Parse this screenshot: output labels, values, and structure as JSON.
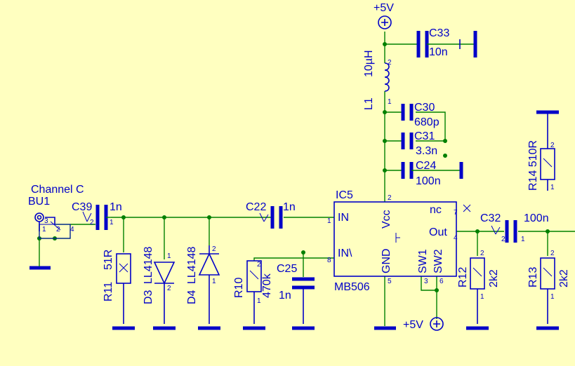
{
  "labels": {
    "vcc_top": "+5V",
    "vcc_bottom": "+5V",
    "channel": "Channel C",
    "bu1": "BU1",
    "c39": "C39",
    "c39_val": "1n",
    "c22": "C22",
    "c22_val": "1n",
    "c33": "C33",
    "c33_val": "10n",
    "l1": "L1",
    "l1_val": "10µH",
    "c30": "C30",
    "c30_val": "680p",
    "c31": "C31",
    "c31_val": "3.3n",
    "c24": "C24",
    "c24_val": "100n",
    "ic5": "IC5",
    "ic5_part": "MB506",
    "in": "IN",
    "in_inv": "IN\\",
    "vcc": "Vcc",
    "gnd": "GND",
    "nc": "nc",
    "out": "Out",
    "sw1": "SW1",
    "sw2": "SW2",
    "c32": "C32",
    "c32_val": "100n",
    "c25": "C25",
    "c25_val": "1n",
    "r10": "R10",
    "r10_val": "470k",
    "r11": "R11",
    "r11_val": "51R",
    "d3": "D3",
    "d3_part": "LL4148",
    "d4": "D4",
    "d4_part": "LL4148",
    "r12": "R12",
    "r12_val": "2k2",
    "r13": "R13",
    "r13_val": "2k2",
    "r14": "R14",
    "r14_val": "510R"
  },
  "pins": {
    "p1": "1",
    "p2": "2",
    "p3": "3",
    "p4": "4",
    "p5": "5",
    "p6": "6",
    "p7": "7",
    "p8": "8"
  }
}
